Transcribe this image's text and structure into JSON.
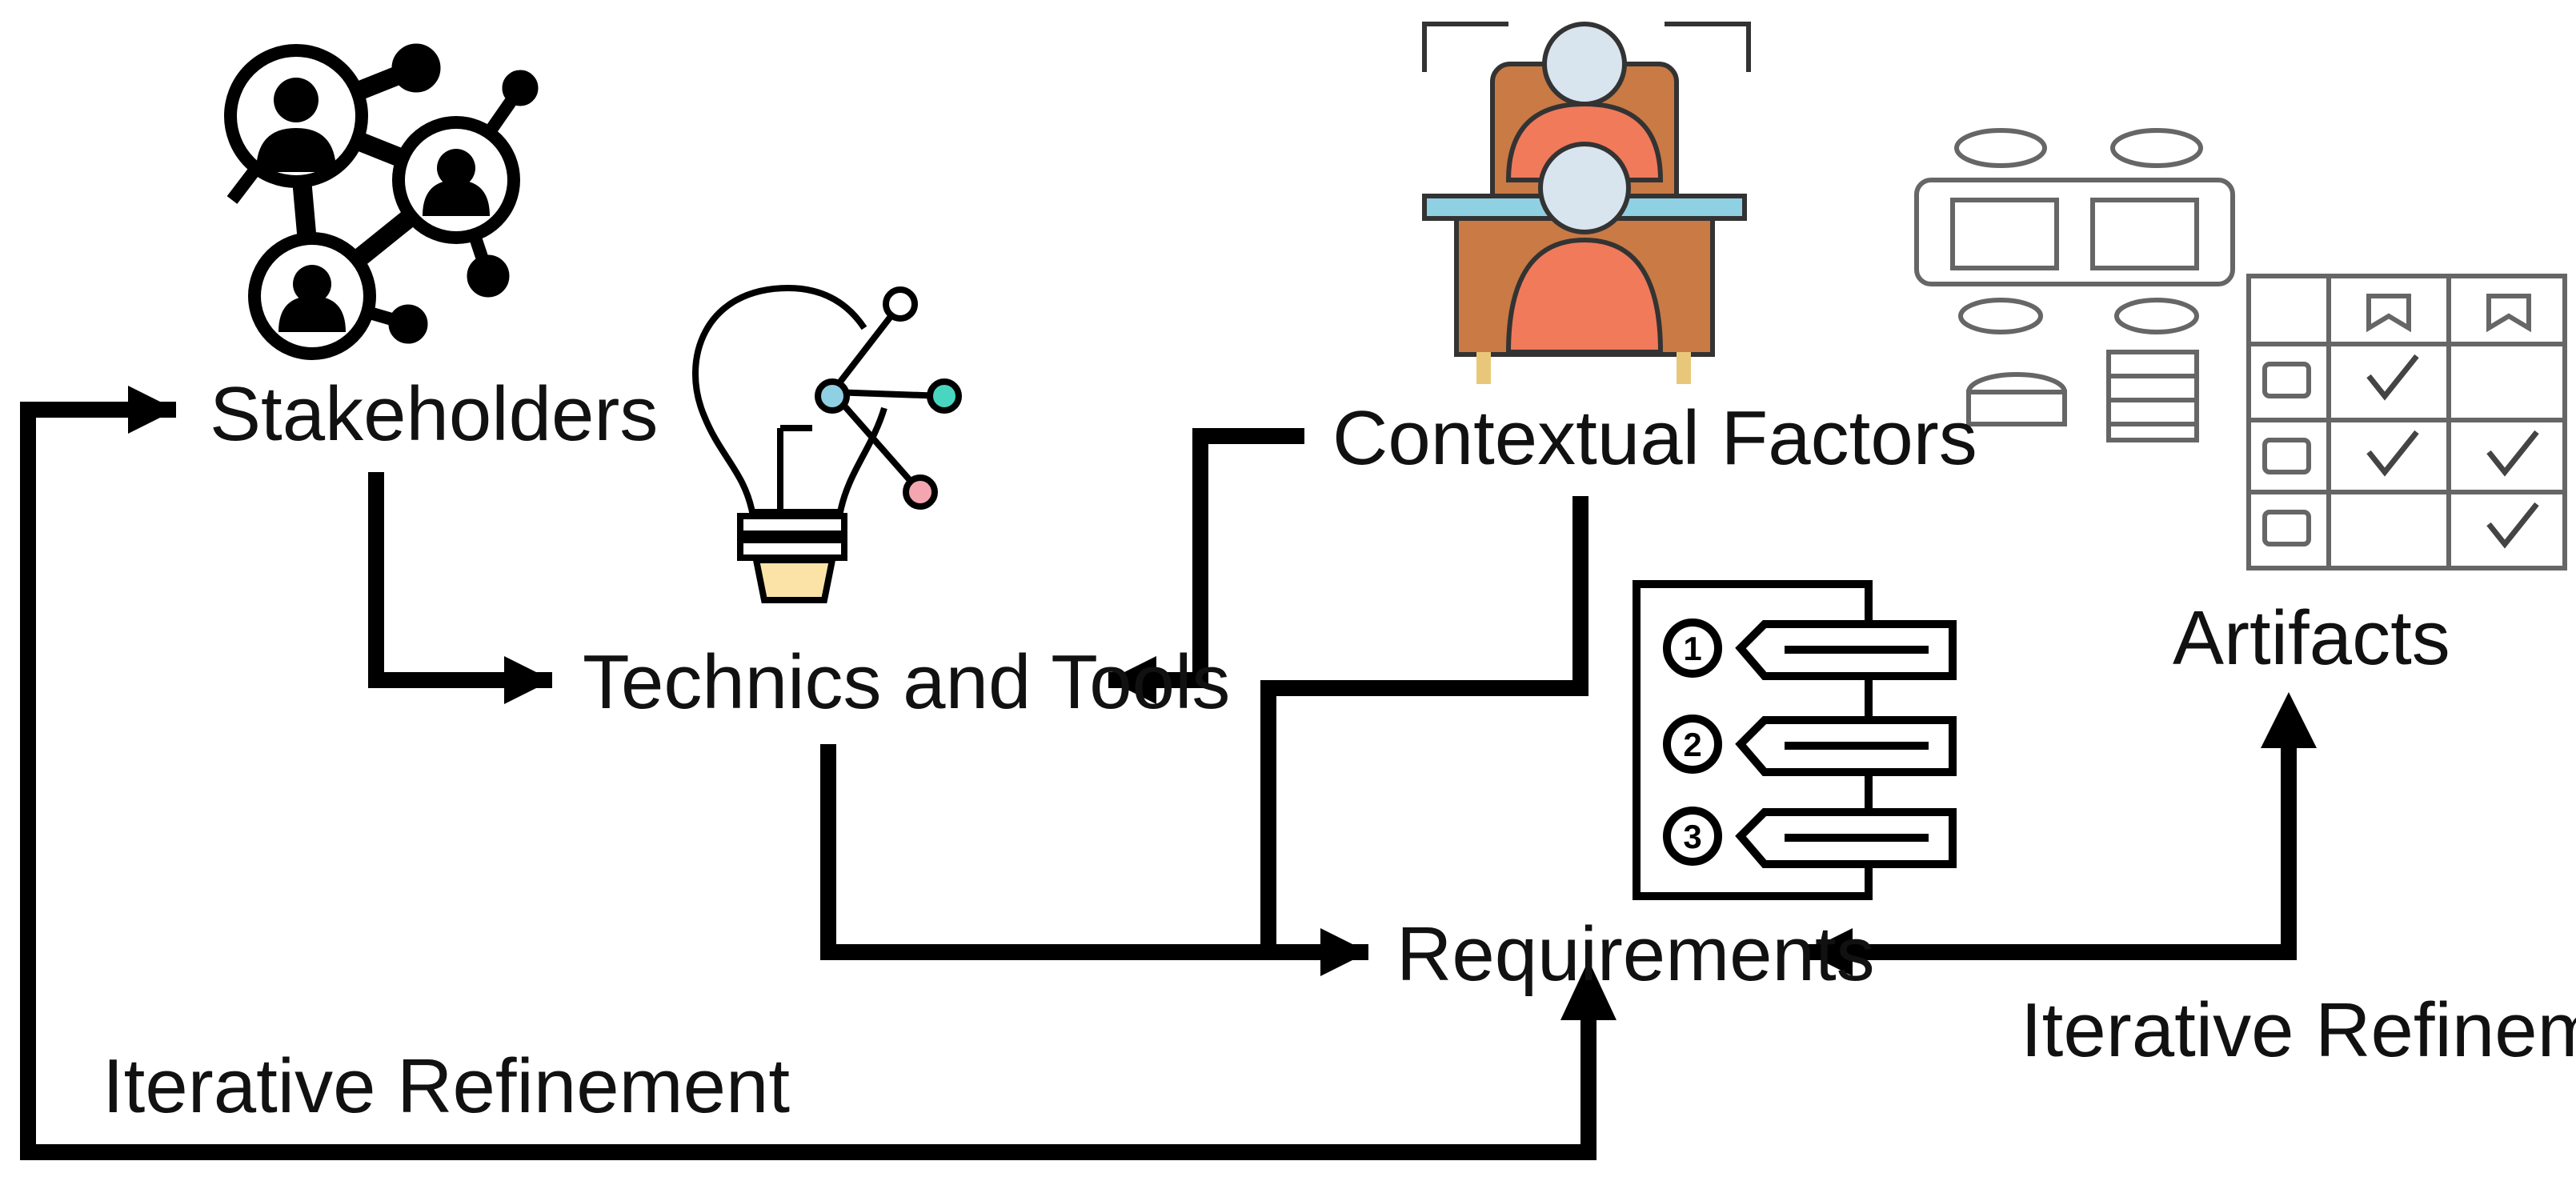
{
  "nodes": {
    "stakeholders": "Stakeholders",
    "techniques": "Technics and Tools",
    "context": "Contextual Factors",
    "requirements": "Requirements",
    "artifacts": "Artifacts"
  },
  "edge_labels": {
    "refine_left": "Iterative Refinement",
    "refine_right": "Iterative Refinement"
  },
  "icons": {
    "stakeholders": "people-network-icon",
    "techniques": "lightbulb-icon",
    "context": "meeting-icon",
    "requirements": "numbered-list-icon",
    "artifacts": "diagram-checklist-icon"
  },
  "colors": {
    "line": "#000000",
    "accent_orange": "#f07a5a",
    "accent_brown": "#c97a45",
    "accent_teal": "#49d6c0",
    "accent_blue": "#8fd0e3",
    "accent_pink": "#f3a6b0"
  }
}
